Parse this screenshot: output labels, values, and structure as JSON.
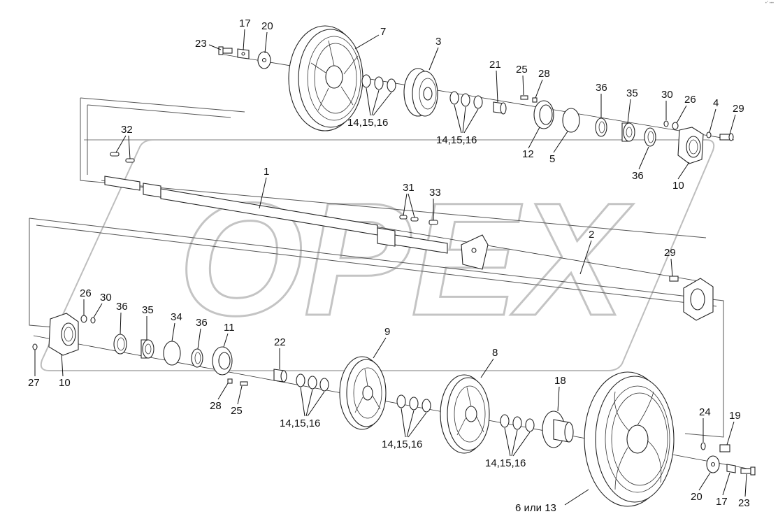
{
  "watermark": "OPEX",
  "corner_mark": "•″ •••",
  "upper_labels": [
    "23",
    "17",
    "20",
    "7",
    "3",
    "21",
    "25",
    "28",
    "36",
    "35",
    "30",
    "26",
    "4",
    "29",
    "32",
    "1",
    "14,15,16",
    "14,15,16",
    "12",
    "5",
    "36",
    "10",
    "31",
    "33",
    "2"
  ],
  "lower_labels": [
    "29",
    "26",
    "30",
    "36",
    "35",
    "34",
    "36",
    "11",
    "22",
    "9",
    "8",
    "18",
    "24",
    "19",
    "27",
    "10",
    "28",
    "25",
    "14,15,16",
    "14,15,16",
    "14,15,16",
    "20",
    "17",
    "23",
    "6 или 13"
  ]
}
